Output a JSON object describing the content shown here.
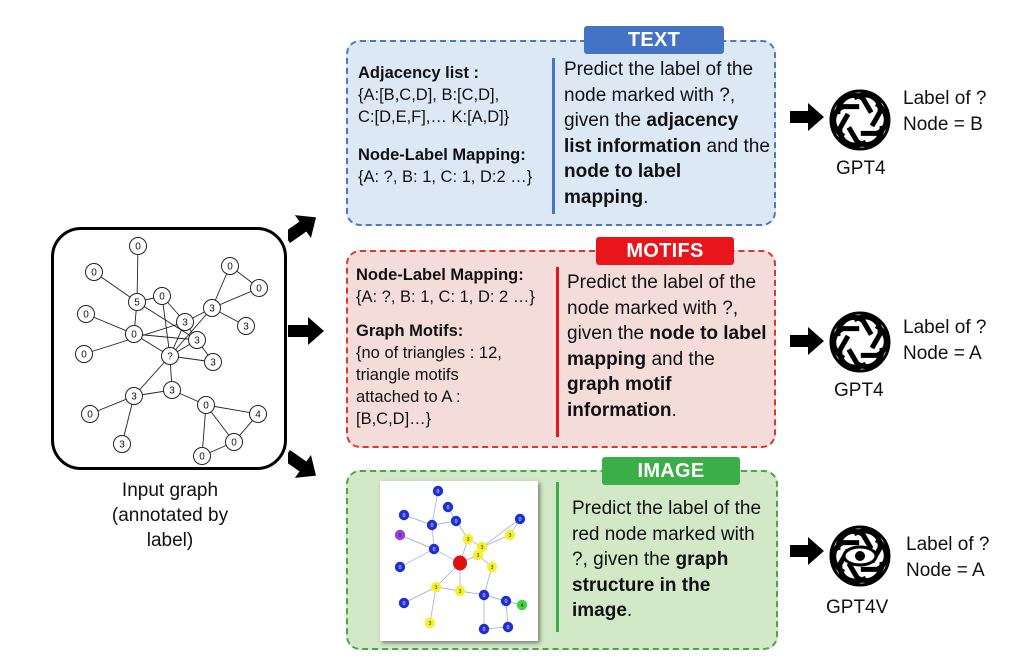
{
  "input_graph": {
    "caption_lines": [
      "Input graph",
      "(annotated by",
      "label)"
    ],
    "node_labels": [
      "0",
      "0",
      "0",
      "0",
      "0",
      "5",
      "0",
      "3",
      "0",
      "3",
      "3",
      "0",
      "3",
      "?",
      "3",
      "0",
      "3",
      "3",
      "3",
      "0",
      "4",
      "0",
      "0"
    ]
  },
  "text_panel": {
    "badge": "TEXT",
    "adjacency_heading": "Adjacency list :",
    "adjacency_lines": [
      "{A:[B,C,D], B:[C,D],",
      "C:[D,E,F],… K:[A,D]}"
    ],
    "mapping_heading": "Node-Label Mapping:",
    "mapping_line": "{A: ?, B: 1, C: 1, D:2 …}",
    "prompt": {
      "p1": "Predict the label of the node marked with ?, given the ",
      "b1": "adjacency list information",
      "p2": " and the ",
      "b2": "node to label mapping",
      "p3": "."
    },
    "model": "GPT4",
    "output_lines": [
      "Label of ?",
      "Node = B"
    ]
  },
  "motifs_panel": {
    "badge": "MOTIFS",
    "mapping_heading": "Node-Label Mapping:",
    "mapping_line": "{A: ?, B: 1, C: 1, D: 2 …}",
    "motifs_heading": "Graph Motifs:",
    "motifs_lines": [
      "{no of triangles : 12,",
      "triangle motifs",
      "attached to A :",
      "[B,C,D]…}"
    ],
    "prompt": {
      "p1": "Predict the label of the node marked with ?, given the ",
      "b1": "node to label mapping",
      "p2": " and the ",
      "b2": "graph motif information",
      "p3": "."
    },
    "model": "GPT4",
    "output_lines": [
      "Label of ?",
      "Node = A"
    ]
  },
  "image_panel": {
    "badge": "IMAGE",
    "prompt": {
      "p1": "Predict the label of the red node marked with ?, given the ",
      "b1": "graph structure in the image",
      "p2": "."
    },
    "model": "GPT4V",
    "output_lines": [
      "Label of ?",
      "Node = A"
    ]
  },
  "colors": {
    "text_border": "#4a78c4",
    "text_fill": "#dde8f5",
    "text_badge": "#4472c4",
    "motifs_border": "#d9382f",
    "motifs_fill": "#f4dcdb",
    "motifs_badge": "#e8161b",
    "image_border": "#4aa54a",
    "image_fill": "#d3e8c7",
    "image_badge": "#3cae48",
    "node_blue": "#1f2fd6",
    "node_yellow": "#f5f22a",
    "node_red": "#e01010",
    "node_purple": "#9b3fd6",
    "node_green": "#3ed43e"
  },
  "icons": {
    "arrow": "arrow-icon",
    "model": "openai-logo-icon"
  }
}
